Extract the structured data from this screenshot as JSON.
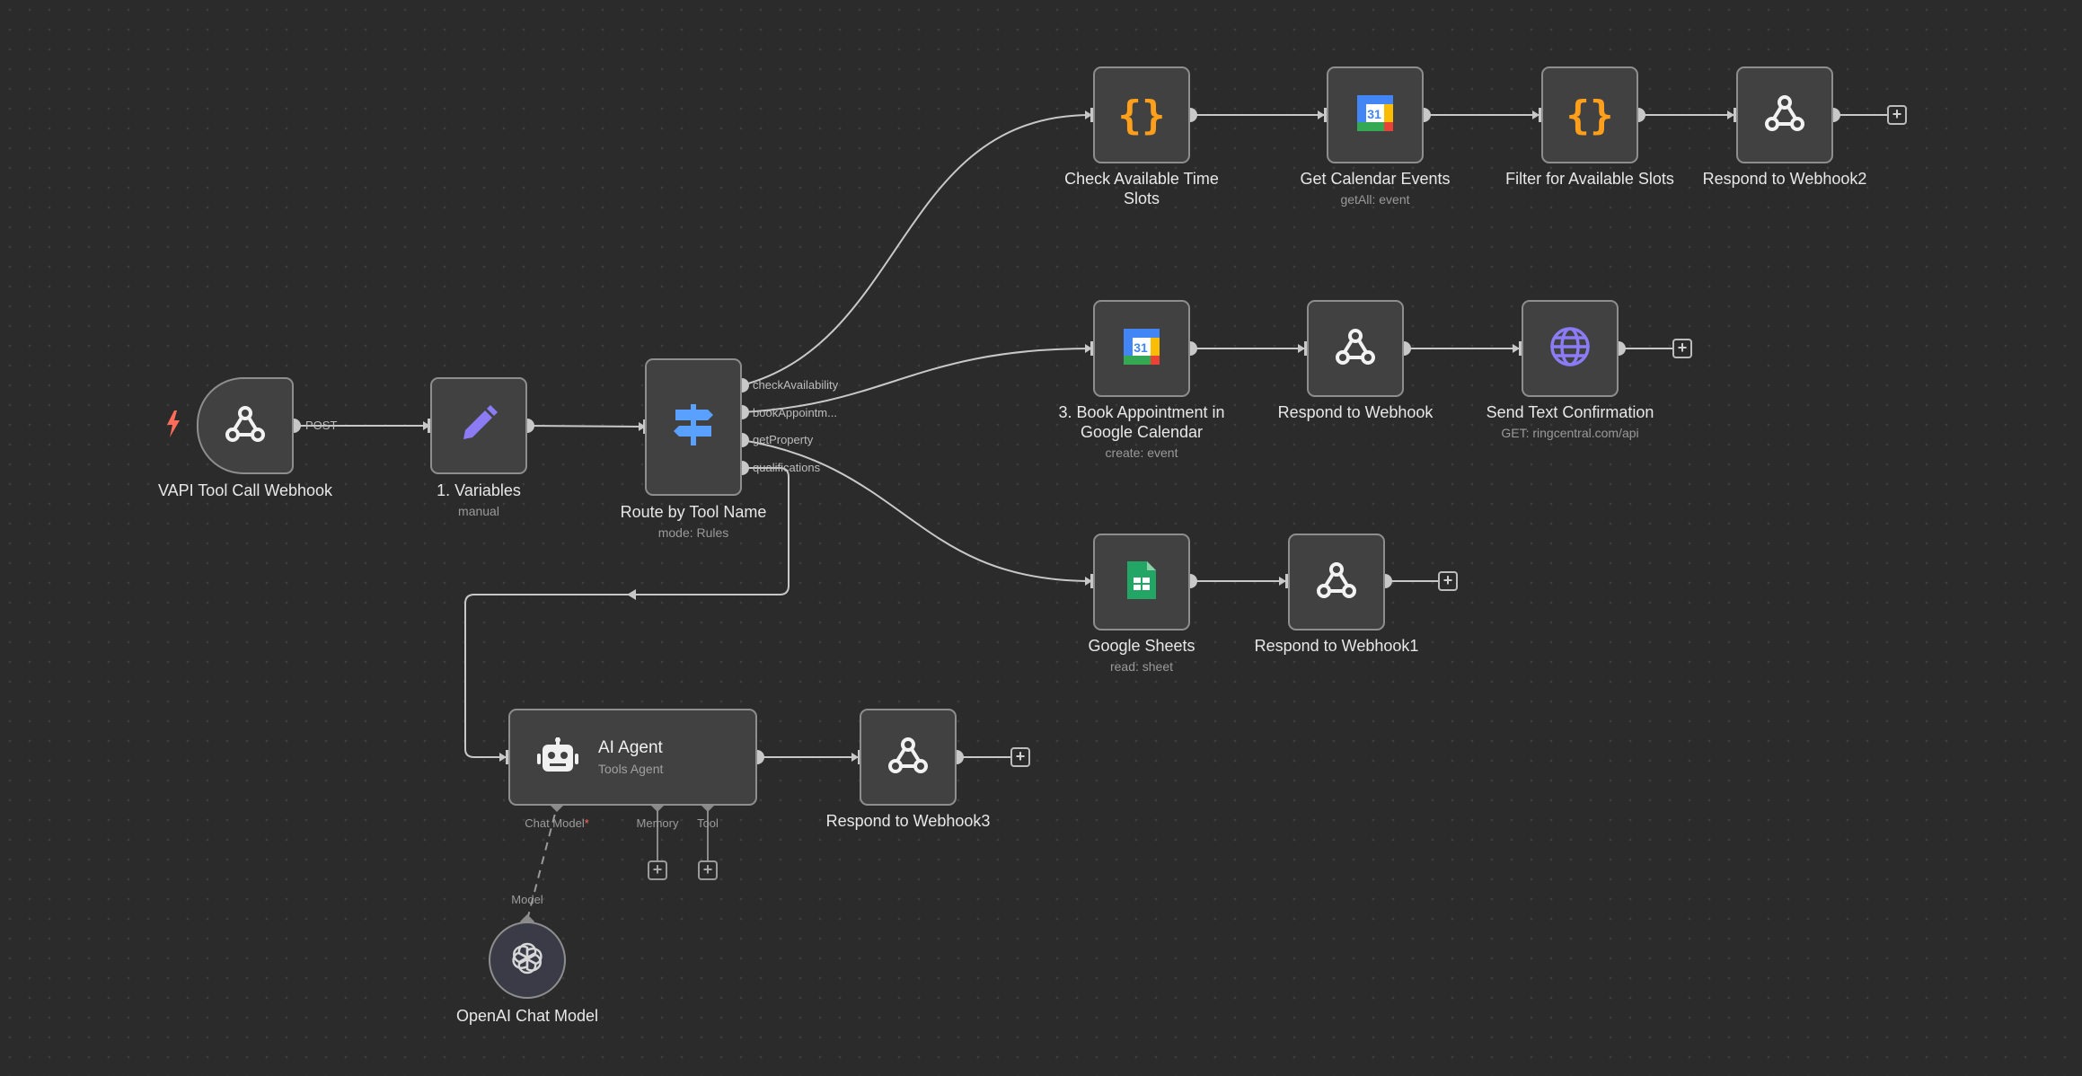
{
  "trigger_icon": "lightning-bolt-icon",
  "nodes": {
    "webhook": {
      "name": "VAPI Tool Call Webhook",
      "icon": "webhook-icon",
      "output": "POST"
    },
    "variables": {
      "name": "1. Variables",
      "sub": "manual",
      "icon": "pencil-icon"
    },
    "router": {
      "name": "Route by Tool Name",
      "sub": "mode: Rules",
      "icon": "signpost-icon",
      "outputs": [
        "checkAvailability",
        "bookAppointm...",
        "getProperty",
        "qualifications"
      ]
    },
    "check_slots": {
      "name": "Check Available Time Slots",
      "icon": "code-braces-icon"
    },
    "get_calendar": {
      "name": "Get Calendar Events",
      "sub": "getAll: event",
      "icon": "google-calendar-icon"
    },
    "filter_slots": {
      "name": "Filter for Available Slots",
      "icon": "code-braces-icon"
    },
    "respond2": {
      "name": "Respond to Webhook2",
      "icon": "webhook-icon"
    },
    "book": {
      "name": "3. Book Appointment in Google Calendar",
      "sub": "create: event",
      "icon": "google-calendar-icon"
    },
    "respond": {
      "name": "Respond to Webhook",
      "icon": "webhook-icon"
    },
    "send_text": {
      "name": "Send Text Confirmation",
      "sub": "GET: ringcentral.com/api",
      "icon": "globe-icon"
    },
    "sheets": {
      "name": "Google Sheets",
      "sub": "read: sheet",
      "icon": "google-sheets-icon"
    },
    "respond1": {
      "name": "Respond to Webhook1",
      "icon": "webhook-icon"
    },
    "agent": {
      "name": "AI Agent",
      "sub": "Tools Agent",
      "icon": "robot-icon",
      "inputs": {
        "chat_model": "Chat Model",
        "required_mark": "*",
        "memory": "Memory",
        "tool": "Tool"
      }
    },
    "respond3": {
      "name": "Respond to Webhook3",
      "icon": "webhook-icon"
    },
    "openai": {
      "name": "OpenAI Chat Model",
      "icon": "openai-icon",
      "port": "Model"
    }
  },
  "colors": {
    "canvas": "#2b2b2b",
    "node_fill": "#414141",
    "node_border": "#8e8e8e",
    "edge": "#c8c8c8",
    "accent_orange": "#ff9f1c",
    "accent_purple": "#8b7cf6",
    "accent_blue": "#5aa0ff",
    "trigger_red": "#ff6d5a"
  }
}
